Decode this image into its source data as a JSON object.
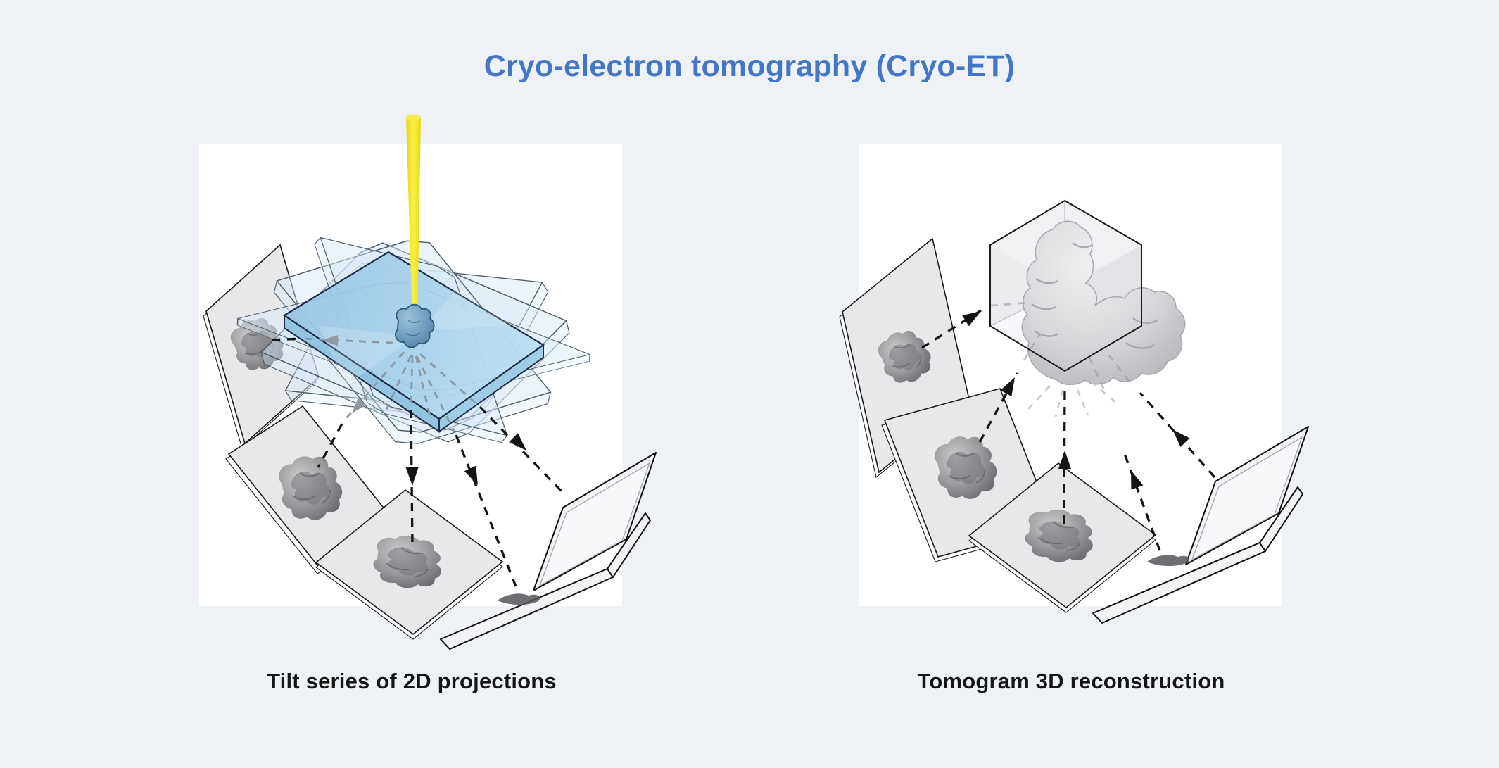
{
  "title": "Cryo-electron tomography (Cryo-ET)",
  "panels": {
    "left": {
      "caption": "Tilt series of 2D projections"
    },
    "right": {
      "caption": "Tomogram 3D reconstruction"
    }
  },
  "diagram": {
    "left_elements": [
      "electron-beam",
      "tilted-sample-slice-stack",
      "specimen-molecule",
      "projection-plane",
      "projection-molecule-image",
      "dashed-projection-arrows",
      "laptop"
    ],
    "right_elements": [
      "projection-plane",
      "projection-molecule-image",
      "dashed-reconstruction-arrows",
      "tomogram-cube",
      "reconstructed-3d-molecule",
      "laptop"
    ]
  },
  "colors": {
    "background": "#eef1f5",
    "panel": "#ffffff",
    "title": "#4377c6",
    "caption": "#151515",
    "beam": "#f2e42d",
    "slab_top": "#a4cfe9",
    "slab_side": "#8fc2e0",
    "ghost_slab": "#d8eaf8",
    "ghost_edge": "#4e5d6b",
    "plane_fill": "#e8e8ea",
    "plane_edge": "#1a1a1a",
    "arrow": "#141414",
    "arrow_gray": "#8d99a3",
    "cube_edge": "#1a1a1a"
  }
}
